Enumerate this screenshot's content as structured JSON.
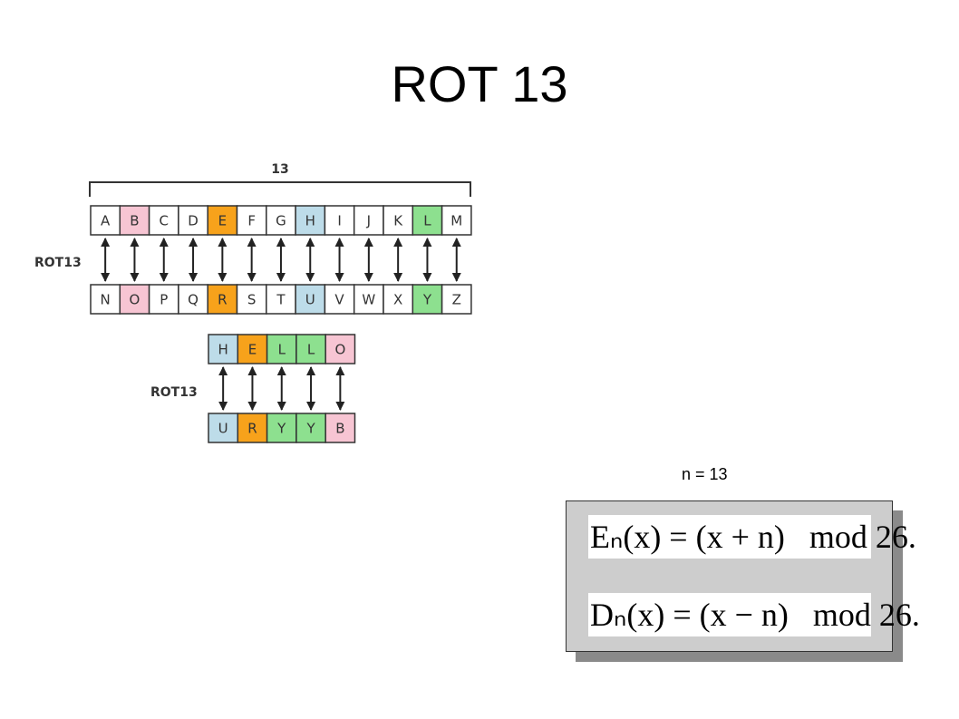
{
  "title": "ROT 13",
  "diagram": {
    "span_label": "13",
    "rot_label": "ROT13",
    "top_row": [
      "A",
      "B",
      "C",
      "D",
      "E",
      "F",
      "G",
      "H",
      "I",
      "J",
      "K",
      "L",
      "M"
    ],
    "bottom_row": [
      "N",
      "O",
      "P",
      "Q",
      "R",
      "S",
      "T",
      "U",
      "V",
      "W",
      "X",
      "Y",
      "Z"
    ],
    "top_colors": [
      "#ffffff",
      "#f7c5d3",
      "#ffffff",
      "#ffffff",
      "#f7a21b",
      "#ffffff",
      "#ffffff",
      "#bddce9",
      "#ffffff",
      "#ffffff",
      "#ffffff",
      "#8de08f",
      "#ffffff"
    ],
    "bottom_colors": [
      "#ffffff",
      "#f7c5d3",
      "#ffffff",
      "#ffffff",
      "#f7a21b",
      "#ffffff",
      "#ffffff",
      "#bddce9",
      "#ffffff",
      "#ffffff",
      "#ffffff",
      "#8de08f",
      "#ffffff"
    ],
    "word_plain": [
      "H",
      "E",
      "L",
      "L",
      "O"
    ],
    "word_cipher": [
      "U",
      "R",
      "Y",
      "Y",
      "B"
    ],
    "word_colors": [
      "#bddce9",
      "#f7a21b",
      "#8de08f",
      "#8de08f",
      "#f7c5d3"
    ]
  },
  "n_label": "n = 13",
  "formulas": {
    "encrypt": "Eₙ(x) = (x + n)   mod 26.",
    "decrypt": "Dₙ(x) = (x − n)   mod 26."
  }
}
